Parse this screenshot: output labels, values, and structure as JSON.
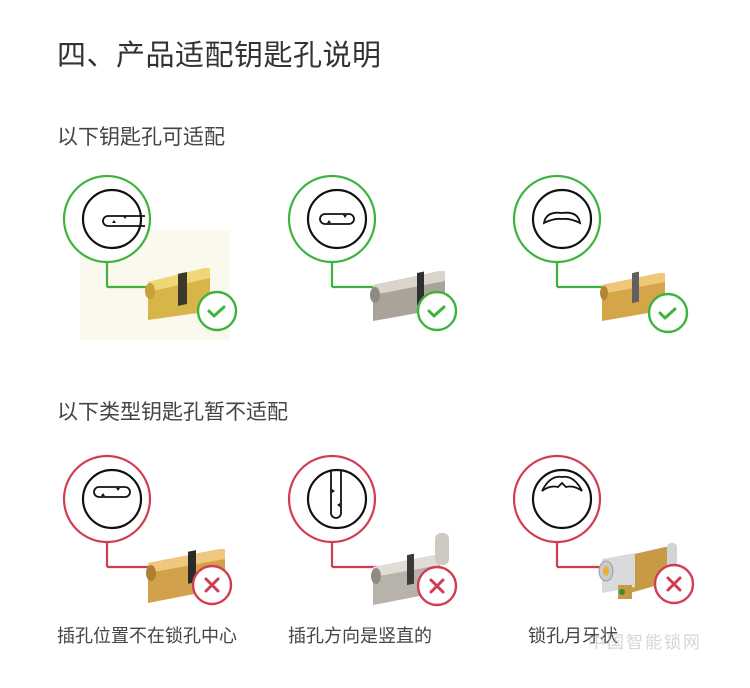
{
  "page": {
    "title": "四、产品适配钥匙孔说明",
    "compatible": {
      "heading": "以下钥匙孔可适配",
      "accent_color": "#3db33d",
      "items": [
        {
          "keyhole": "straight-slot-offset",
          "cylinder_finish": "brass",
          "status": "check-icon"
        },
        {
          "keyhole": "straight-slot-centered",
          "cylinder_finish": "satin-nickel",
          "status": "check-icon"
        },
        {
          "keyhole": "curved-slot",
          "cylinder_finish": "brass",
          "status": "check-icon"
        }
      ]
    },
    "incompatible": {
      "heading": "以下类型钥匙孔暂不适配",
      "accent_color": "#d23c50",
      "items": [
        {
          "keyhole": "slot-off-center",
          "cylinder_finish": "brass",
          "status": "x-icon",
          "caption": "插孔位置不在锁孔中心"
        },
        {
          "keyhole": "vertical-slot",
          "cylinder_finish": "satin-nickel",
          "status": "x-icon",
          "caption": "插孔方向是竖直的"
        },
        {
          "keyhole": "crescent-slot",
          "cylinder_finish": "brass-chrome",
          "status": "x-icon",
          "caption": "锁孔月牙状"
        }
      ]
    },
    "watermark": "中国智能锁网"
  }
}
